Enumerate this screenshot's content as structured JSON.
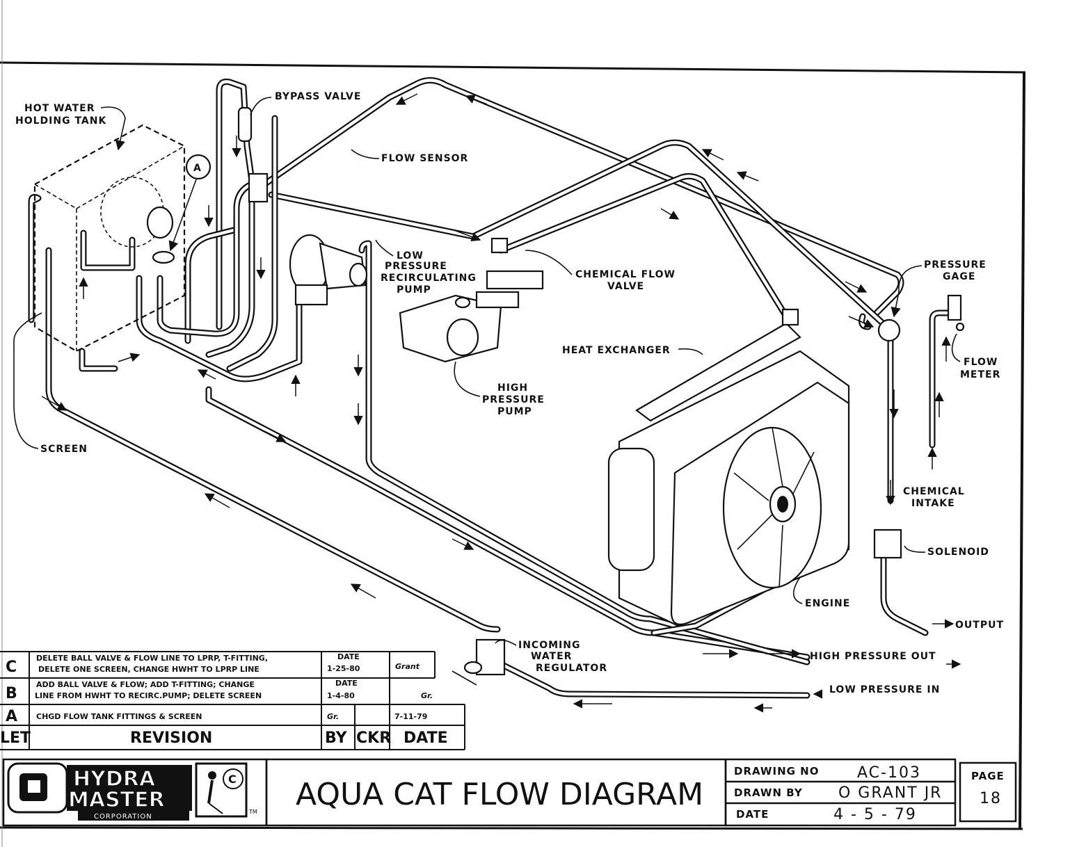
{
  "labels": {
    "hot_water_tank_1": "HOT WATER",
    "hot_water_tank_2": "HOLDING TANK",
    "bypass_valve": "BYPASS VALVE",
    "flow_sensor": "FLOW SENSOR",
    "callout_a": "A",
    "low_pressure_1": "LOW",
    "low_pressure_2": "PRESSURE",
    "low_pressure_3": "RECIRCULATING",
    "low_pressure_4": "PUMP",
    "chemical_flow_1": "CHEMICAL FLOW",
    "chemical_flow_2": "VALVE",
    "pressure_gage_1": "PRESSURE",
    "pressure_gage_2": "GAGE",
    "heat_exchanger": "HEAT EXCHANGER",
    "flow_meter_1": "FLOW",
    "flow_meter_2": "METER",
    "high_pressure_1": "HIGH",
    "high_pressure_2": "PRESSURE",
    "high_pressure_3": "PUMP",
    "screen": "SCREEN",
    "chemical_intake_1": "CHEMICAL",
    "chemical_intake_2": "INTAKE",
    "solenoid": "SOLENOID",
    "engine": "ENGINE",
    "output": "OUTPUT",
    "incoming_1": "INCOMING",
    "incoming_2": "WATER",
    "incoming_3": "REGULATOR",
    "high_pressure_out": "HIGH PRESSURE OUT",
    "low_pressure_in": "LOW PRESSURE IN"
  },
  "revisions": {
    "rows": [
      {
        "let": "C",
        "text1": "DELETE BALL VALVE & FLOW LINE TO LPRP, T-FITTING,",
        "text2": "DELETE ONE SCREEN, CHANGE HWHT TO LPRP LINE",
        "date_label": "DATE",
        "date": "1-25-80",
        "by": "Grant",
        "ckr": "",
        "date2": ""
      },
      {
        "let": "B",
        "text1": "ADD BALL VALVE & FLOW; ADD T-FITTING; CHANGE",
        "text2": "LINE FROM HWHT TO RECIRC.PUMP; DELETE SCREEN",
        "date_label": "DATE",
        "date": "1-4-80",
        "by": "Gr.",
        "ckr": "",
        "date2": ""
      },
      {
        "let": "A",
        "text1": "CHGD FLOW TANK FITTINGS & SCREEN",
        "text2": "",
        "date_label": "",
        "date": "",
        "by": "Gr.",
        "ckr": "",
        "date2": "7-11-79"
      }
    ],
    "header": {
      "let": "LET",
      "revision": "REVISION",
      "by": "BY",
      "ckr": "CKR",
      "date": "DATE"
    }
  },
  "title_block": {
    "logo_line1": "HYDRA",
    "logo_line2": "MASTER",
    "logo_corp": "CORPORATION",
    "logo_tm": "TM",
    "logo_c": "C",
    "title": "AQUA CAT FLOW DIAGRAM",
    "drawing_no_label": "DRAWING NO",
    "drawing_no": "AC-103",
    "drawn_by_label": "DRAWN BY",
    "drawn_by": "O GRANT JR",
    "date_label": "DATE",
    "date": "4 - 5 - 79",
    "page_label": "PAGE",
    "page": "18"
  }
}
